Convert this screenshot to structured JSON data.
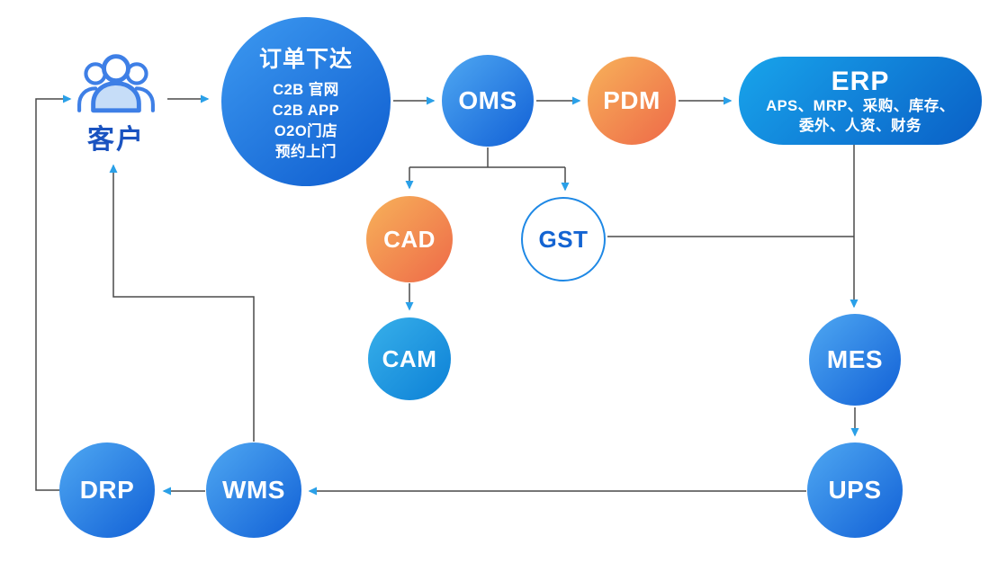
{
  "palette": {
    "blue_gradient_start": "#4FA8F2",
    "blue_gradient_end": "#1160D6",
    "orange_gradient_start": "#F7B25A",
    "orange_gradient_end": "#EE6948",
    "erp_gradient_start": "#18A4EB",
    "erp_gradient_end": "#0A5FC6",
    "line_color": "#4A4A4A",
    "arrowhead_color": "#2AA0E8",
    "gst_border": "#1E88E5",
    "gst_text": "#1464D2",
    "customer_label_color": "#1A53C0",
    "background": "#FFFFFF"
  },
  "nodes": {
    "customer": {
      "label": "客户"
    },
    "order": {
      "title": "订单下达",
      "channels": [
        "C2B 官网",
        "C2B APP",
        "O2O门店",
        "预约上门"
      ]
    },
    "oms": {
      "label": "OMS"
    },
    "pdm": {
      "label": "PDM"
    },
    "erp": {
      "title": "ERP",
      "modules": [
        "APS、MRP、采购、库存、",
        "委外、人资、财务"
      ]
    },
    "cad": {
      "label": "CAD"
    },
    "gst": {
      "label": "GST"
    },
    "cam": {
      "label": "CAM"
    },
    "mes": {
      "label": "MES"
    },
    "ups": {
      "label": "UPS"
    },
    "wms": {
      "label": "WMS"
    },
    "drp": {
      "label": "DRP"
    }
  }
}
